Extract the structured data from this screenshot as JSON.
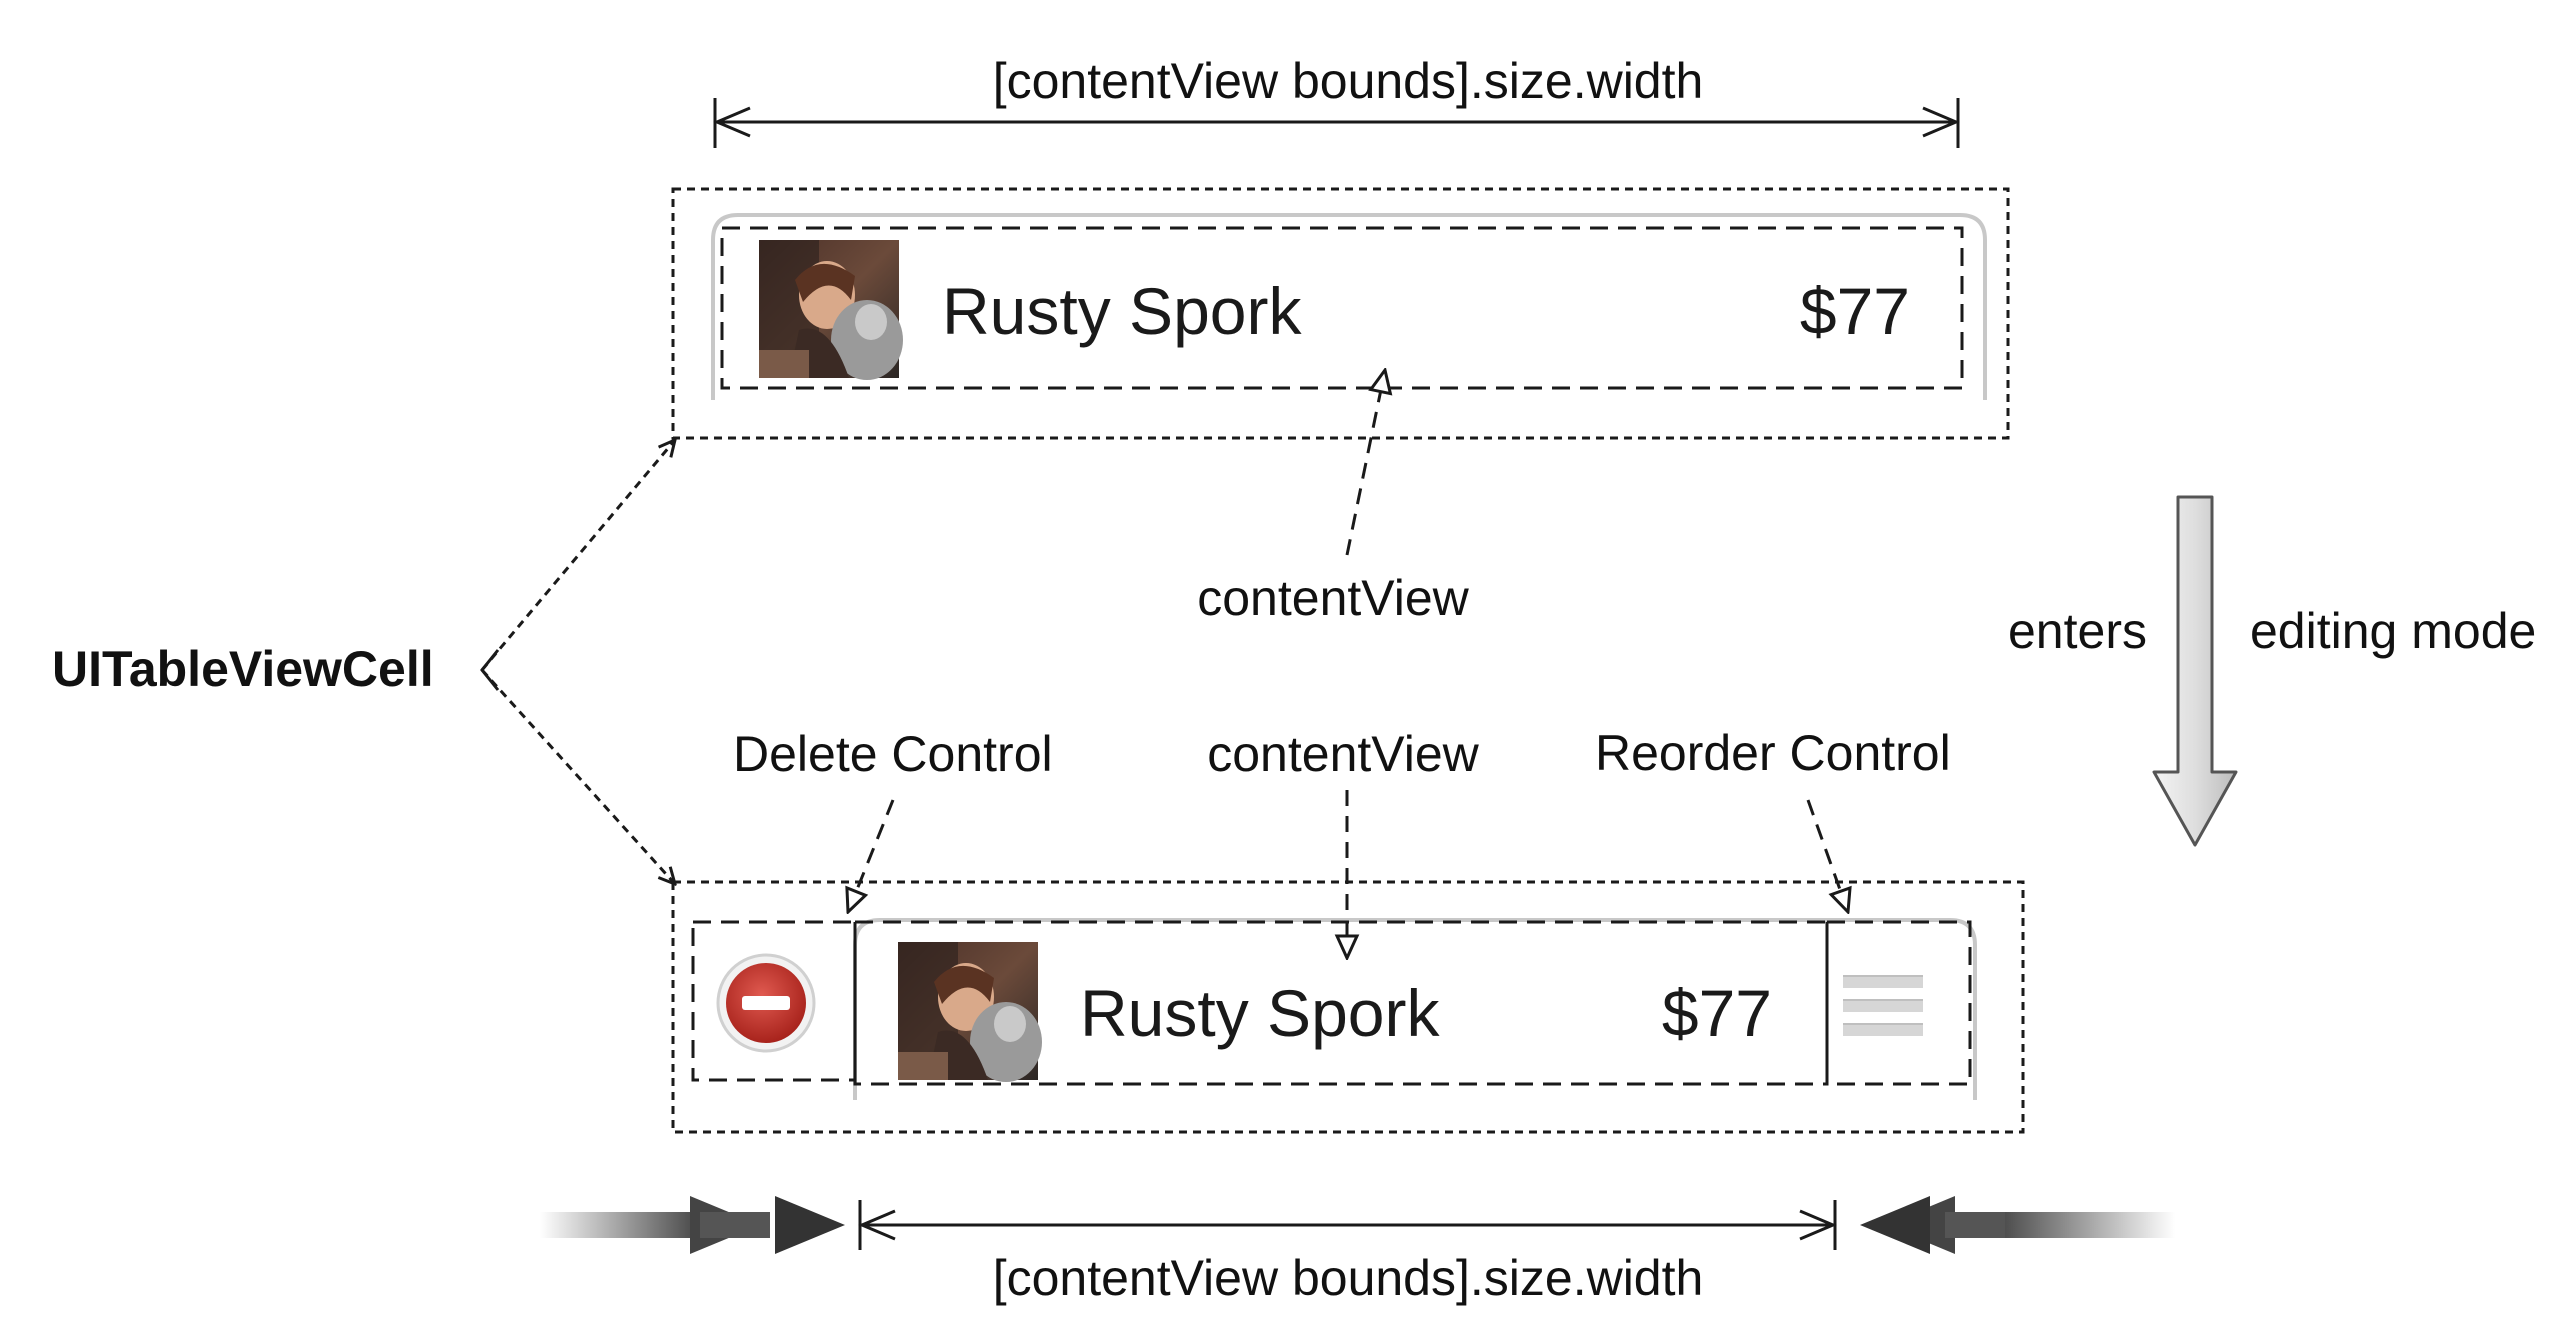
{
  "labels": {
    "top_width": "[contentView bounds].size.width",
    "bottom_width": "[contentView bounds].size.width",
    "content_view_top": "contentView",
    "content_view_bottom": "contentView",
    "table_view_cell": "UITableViewCell",
    "delete_control": "Delete Control",
    "reorder_control": "Reorder Control",
    "enters": "enters",
    "editing_mode": "editing mode"
  },
  "cell_normal": {
    "name": "Rusty Spork",
    "price": "$77"
  },
  "cell_editing": {
    "name": "Rusty Spork",
    "price": "$77"
  },
  "icons": {
    "delete": "minus-circle-icon",
    "reorder": "grip-lines-icon",
    "thumbnail": "photo-thumbnail",
    "transition_arrow": "down-arrow-icon"
  },
  "colors": {
    "delete_red": "#c0302b",
    "cell_border": "#c8c8c8",
    "dashed_line": "#1a1a1a"
  }
}
